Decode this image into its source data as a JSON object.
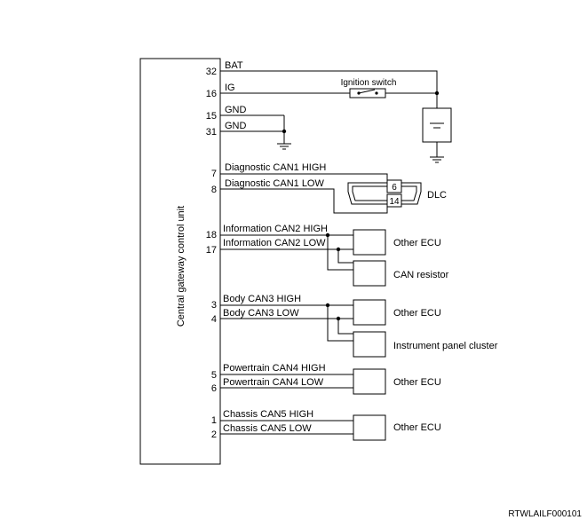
{
  "ecu": {
    "label": "Central gateway control unit"
  },
  "power": {
    "bat": {
      "pin": "32",
      "label": "BAT"
    },
    "ig": {
      "pin": "16",
      "label": "IG"
    },
    "gnd1": {
      "pin": "15",
      "label": "GND"
    },
    "gnd2": {
      "pin": "31",
      "label": "GND"
    },
    "ignition_switch_label": "Ignition switch"
  },
  "can_buses": [
    {
      "high_pin": "7",
      "high_label": "Diagnostic CAN1 HIGH",
      "low_pin": "8",
      "low_label": "Diagnostic CAN1 LOW"
    },
    {
      "high_pin": "18",
      "high_label": "Information CAN2 HIGH",
      "low_pin": "17",
      "low_label": "Information CAN2 LOW"
    },
    {
      "high_pin": "3",
      "high_label": "Body CAN3 HIGH",
      "low_pin": "4",
      "low_label": "Body CAN3 LOW"
    },
    {
      "high_pin": "5",
      "high_label": "Powertrain CAN4 HIGH",
      "low_pin": "6",
      "low_label": "Powertrain CAN4 LOW"
    },
    {
      "high_pin": "1",
      "high_label": "Chassis CAN5 HIGH",
      "low_pin": "2",
      "low_label": "Chassis CAN5 LOW"
    }
  ],
  "dlc": {
    "label": "DLC",
    "pin_high": "6",
    "pin_low": "14"
  },
  "devices": {
    "can2_ecu": "Other ECU",
    "can2_resistor": "CAN resistor",
    "can3_ecu": "Other ECU",
    "can3_cluster": "Instrument panel cluster",
    "can4_ecu": "Other ECU",
    "can5_ecu": "Other ECU"
  },
  "reference_code": "RTWLAILF000101"
}
